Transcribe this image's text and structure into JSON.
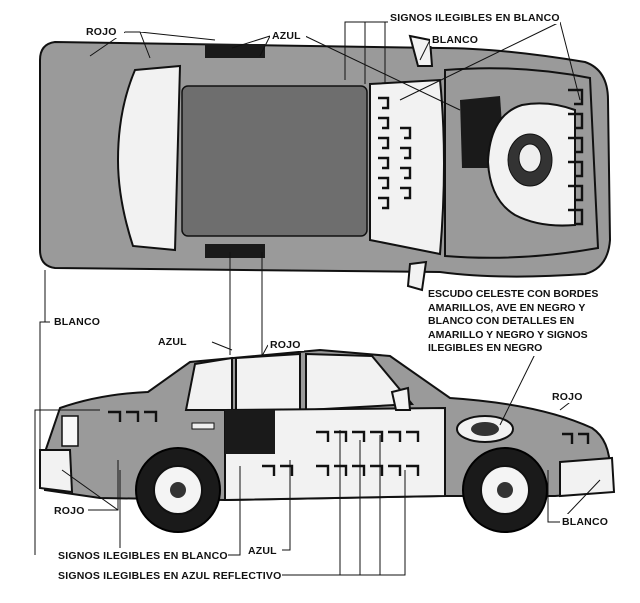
{
  "labels": {
    "top_rojo": "ROJO",
    "top_azul": "AZUL",
    "top_signos_blanco": "SIGNOS ILEGIBLES EN BLANCO",
    "top_blanco": "BLANCO",
    "left_blanco": "BLANCO",
    "side_azul": "AZUL",
    "side_rojo": "ROJO",
    "front_rojo": "ROJO",
    "bottom_rojo": "ROJO",
    "bottom_blanco": "BLANCO",
    "bottom_signos_blanco": "SIGNOS ILEGIBLES EN BLANCO",
    "bottom_azul": "AZUL",
    "bottom_signos_azul": "SIGNOS ILEGIBLES EN AZUL REFLECTIVO"
  },
  "escudo_note": "ESCUDO CELESTE CON BORDES\nAMARILLOS, AVE EN NEGRO Y\nBLANCO CON DETALLES EN\nAMARILLO Y NEGRO Y SIGNOS\nILEGIBLES EN NEGRO",
  "colors": {
    "body": "#9a9a9a",
    "light": "#f2f2f2",
    "stripe": "#1a1a1a"
  }
}
